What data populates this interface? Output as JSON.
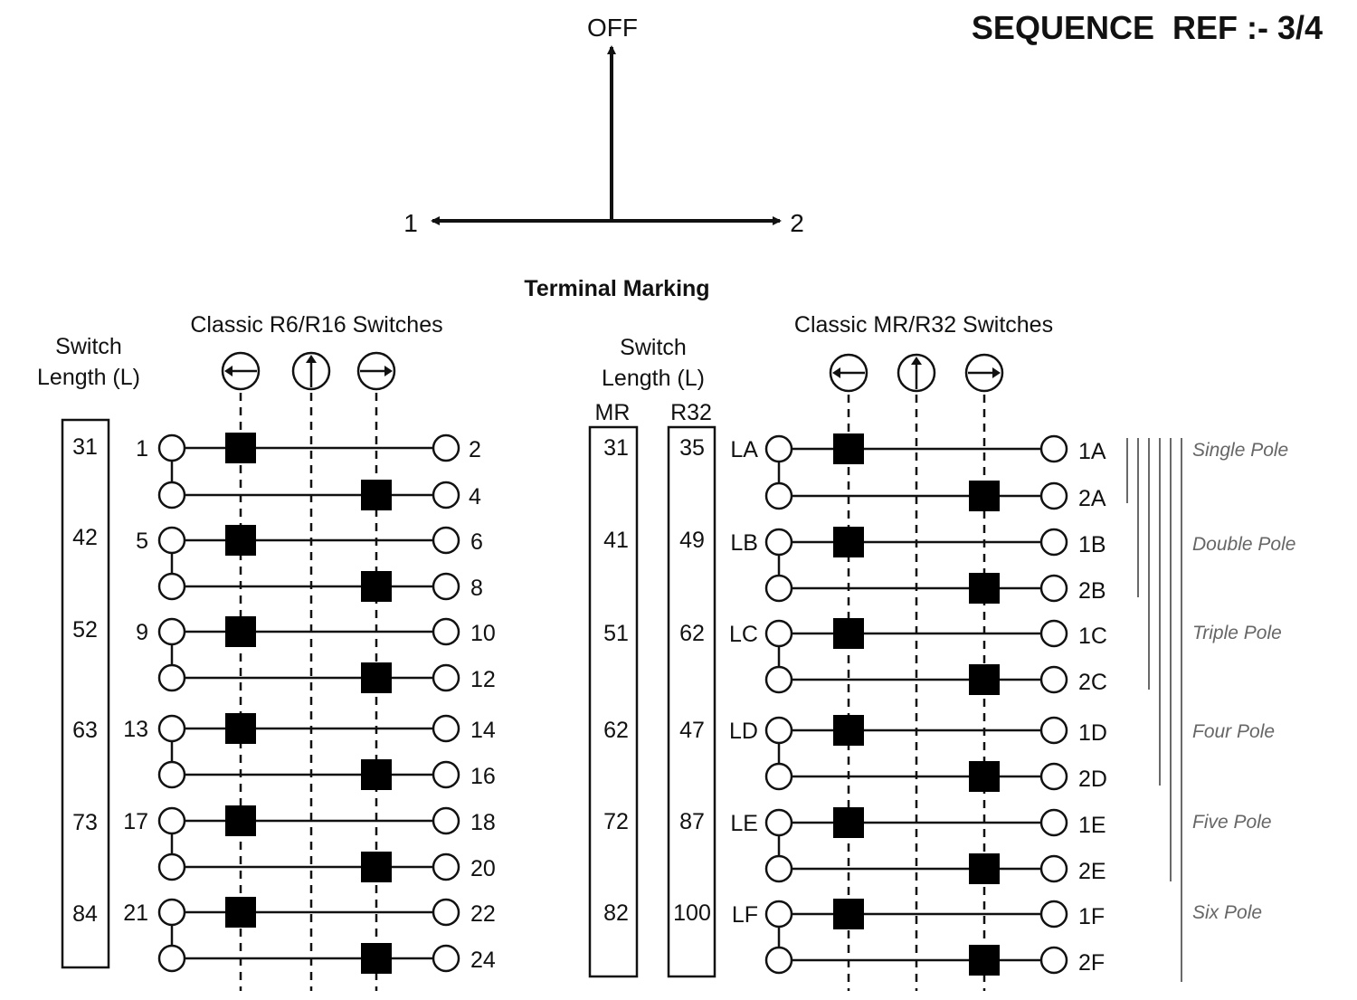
{
  "sequence_ref": "SEQUENCE  REF :- 3/4",
  "positions": {
    "off": "OFF",
    "left": "1",
    "right": "2"
  },
  "terminal_marking": "Terminal Marking",
  "left_panel": {
    "title": "Classic R6/R16 Switches",
    "length_header": [
      "Switch",
      "Length (L)"
    ],
    "lengths": [
      "31",
      "42",
      "52",
      "63",
      "73",
      "84"
    ],
    "row_labels_left": [
      "1",
      "5",
      "9",
      "13",
      "17",
      "21"
    ],
    "row_labels_right": [
      "2",
      "4",
      "6",
      "8",
      "10",
      "12",
      "14",
      "16",
      "18",
      "20",
      "22",
      "24"
    ]
  },
  "right_panel": {
    "title": "Classic MR/R32 Switches",
    "length_header": [
      "Switch",
      "Length (L)"
    ],
    "col_mr": "MR",
    "col_r32": "R32",
    "lengths_mr": [
      "31",
      "41",
      "51",
      "62",
      "72",
      "82"
    ],
    "lengths_r32": [
      "35",
      "49",
      "62",
      "47",
      "87",
      "100"
    ],
    "row_labels_left": [
      "LA",
      "LB",
      "LC",
      "LD",
      "LE",
      "LF"
    ],
    "row_labels_right": [
      "1A",
      "2A",
      "1B",
      "2B",
      "1C",
      "2C",
      "1D",
      "2D",
      "1E",
      "2E",
      "1F",
      "2F"
    ]
  },
  "pole_labels": [
    "Single Pole",
    "Double Pole",
    "Triple Pole",
    "Four Pole",
    "Five Pole",
    "Six Pole"
  ]
}
